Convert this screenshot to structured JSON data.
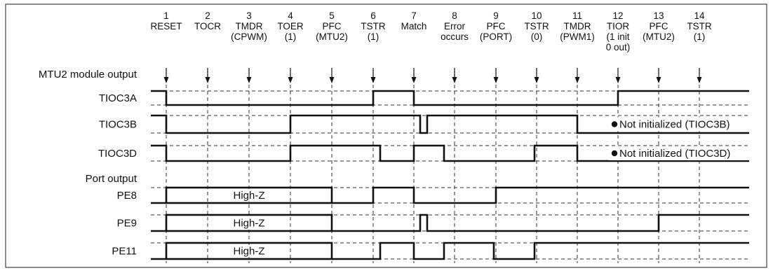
{
  "steps": [
    {
      "num": "1",
      "lines": [
        "RESET"
      ]
    },
    {
      "num": "2",
      "lines": [
        "TOCR"
      ]
    },
    {
      "num": "3",
      "lines": [
        "TMDR",
        "(CPWM)"
      ]
    },
    {
      "num": "4",
      "lines": [
        "TOER",
        "(1)"
      ]
    },
    {
      "num": "5",
      "lines": [
        "PFC",
        "(MTU2)"
      ]
    },
    {
      "num": "6",
      "lines": [
        "TSTR",
        "(1)"
      ]
    },
    {
      "num": "7",
      "lines": [
        "Match"
      ]
    },
    {
      "num": "8",
      "lines": [
        "Error",
        "occurs"
      ]
    },
    {
      "num": "9",
      "lines": [
        "PFC",
        "(PORT)"
      ]
    },
    {
      "num": "10",
      "lines": [
        "TSTR",
        "(0)"
      ]
    },
    {
      "num": "11",
      "lines": [
        "TMDR",
        "(PWM1)"
      ]
    },
    {
      "num": "12",
      "lines": [
        "TIOR",
        "(1 init",
        "0 out)"
      ]
    },
    {
      "num": "13",
      "lines": [
        "PFC",
        "(MTU2)"
      ]
    },
    {
      "num": "14",
      "lines": [
        "TSTR",
        "(1)"
      ]
    }
  ],
  "sections": {
    "mtu2": "MTU2 module output",
    "port": "Port output"
  },
  "signals": [
    {
      "name": "TIOC3A"
    },
    {
      "name": "TIOC3B",
      "note": "Not initialized (TIOC3B)"
    },
    {
      "name": "TIOC3D",
      "note": "Not initialized (TIOC3D)"
    },
    {
      "name": "PE8",
      "hiz_label": "High-Z"
    },
    {
      "name": "PE9",
      "hiz_label": "High-Z"
    },
    {
      "name": "PE11",
      "hiz_label": "High-Z"
    }
  ],
  "colors": {
    "line": "#111111",
    "guide": "#333333",
    "frame": "#444444"
  }
}
